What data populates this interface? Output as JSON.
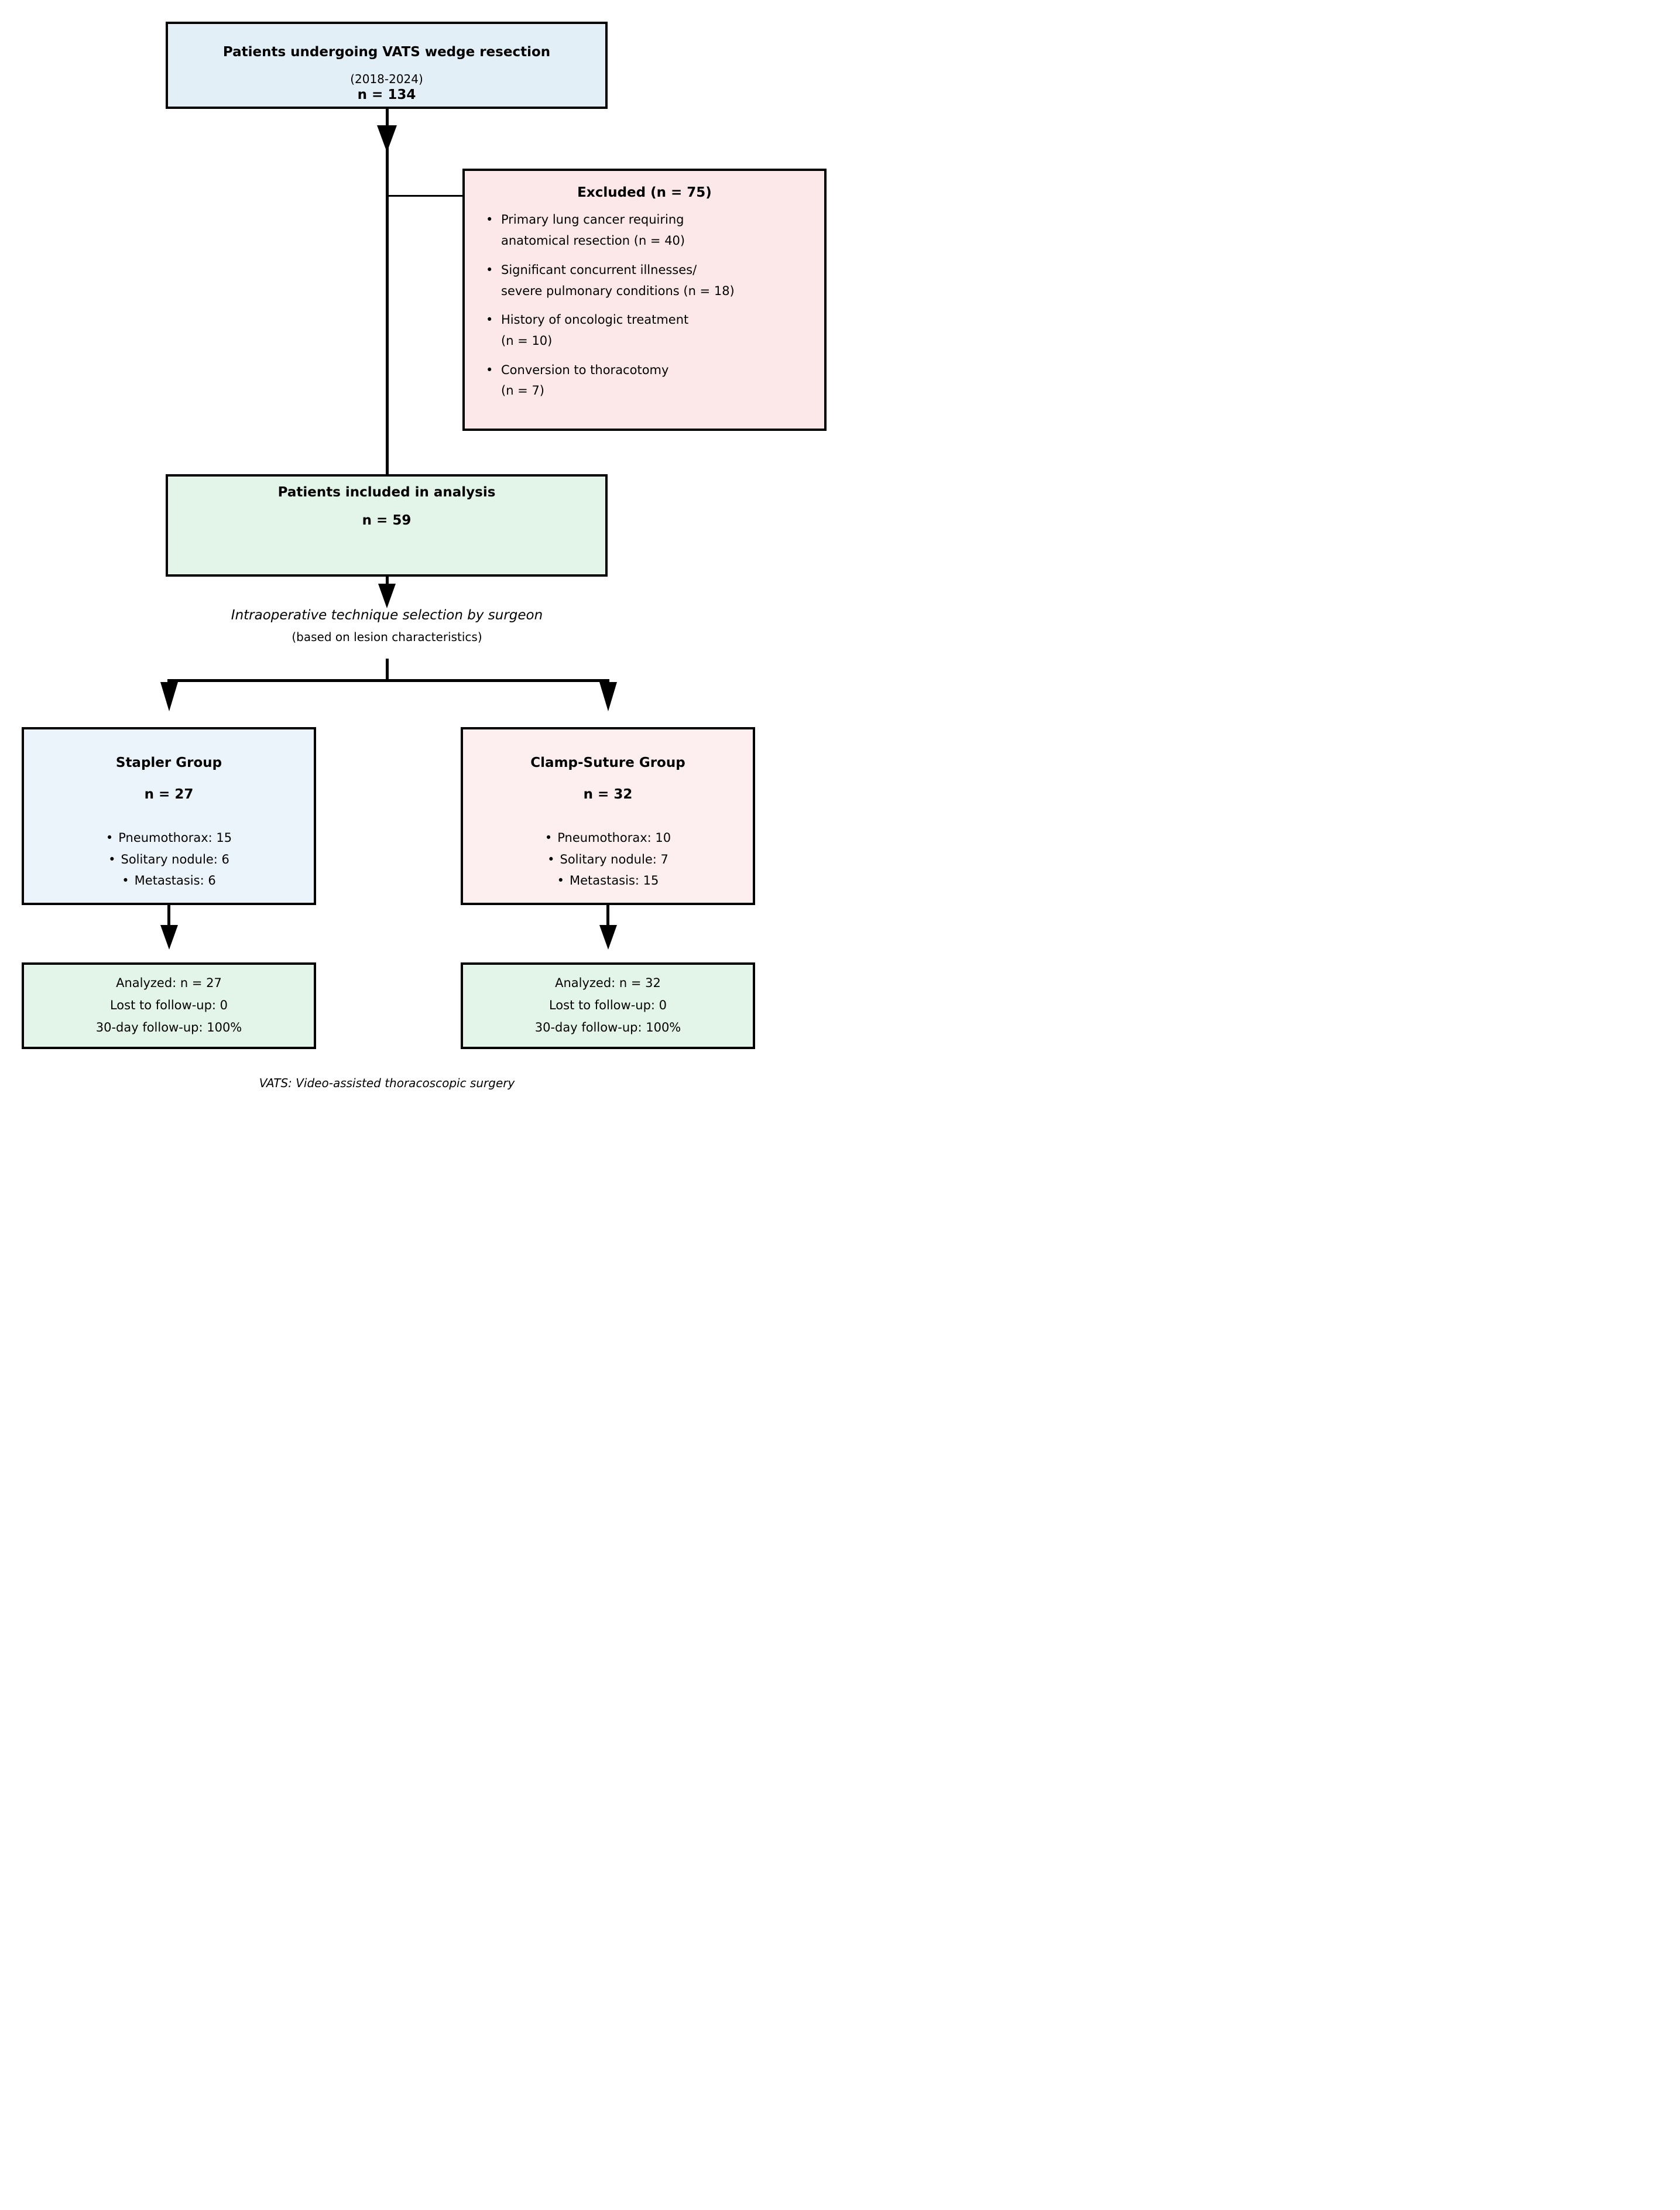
{
  "bullet": "•",
  "top_box": {
    "title": "Patients undergoing VATS wedge resection",
    "subtitle": "(2018-2024)",
    "count": "n = 134"
  },
  "excluded_box": {
    "title": "Excluded (n = 75)",
    "items": [
      "Primary lung cancer requiring\nanatomical resection (n = 40)",
      "Significant concurrent illnesses/\nsevere pulmonary conditions (n = 18)",
      "History of oncologic treatment\n(n = 10)",
      "Conversion to thoracotomy\n(n = 7)"
    ]
  },
  "included_box": {
    "title": "Patients included in analysis",
    "count": "n = 59"
  },
  "selection_note": {
    "line1": "Intraoperative technique selection by surgeon",
    "line2": "(based on lesion characteristics)"
  },
  "stapler_group": {
    "title": "Stapler Group",
    "count": "n = 27",
    "items": [
      "Pneumothorax: 15",
      "Solitary nodule: 6",
      "Metastasis: 6"
    ]
  },
  "clamp_group": {
    "title": "Clamp-Suture Group",
    "count": "n = 32",
    "items": [
      "Pneumothorax: 10",
      "Solitary nodule: 7",
      "Metastasis: 15"
    ]
  },
  "stapler_outcome": {
    "lines": [
      "Analyzed: n = 27",
      "Lost to follow-up: 0",
      "30-day follow-up: 100%"
    ]
  },
  "clamp_outcome": {
    "lines": [
      "Analyzed: n = 32",
      "Lost to follow-up: 0",
      "30-day follow-up: 100%"
    ]
  },
  "footnote": "VATS: Video-assisted thoracoscopic surgery",
  "colors": {
    "top_box_fill": "#e2eff6",
    "stapler_fill": "#ebf3fb",
    "excluded_fill": "#fce8e8",
    "clamp_fill": "#fdefef",
    "outcome_fill": "#e3f5e9",
    "line_color": "#000000"
  }
}
